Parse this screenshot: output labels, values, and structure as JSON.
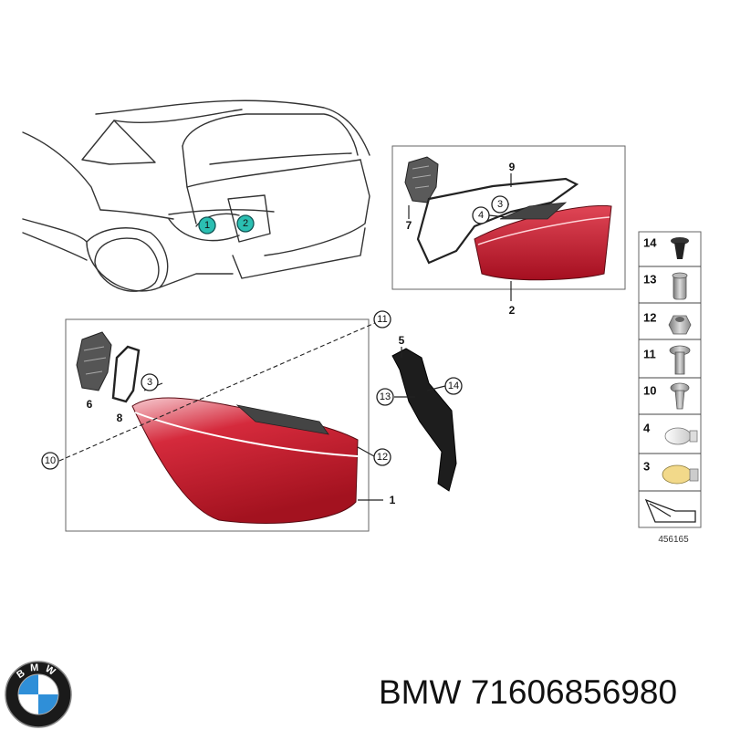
{
  "diagram_id": "456165",
  "caption": {
    "brand": "BMW",
    "part_number": "71606856980"
  },
  "logo_text": "BMW",
  "callouts": {
    "c1": "1",
    "c2": "2",
    "c3a": "3",
    "c4a": "4",
    "c3b": "3",
    "c11": "11",
    "c10": "10",
    "c12": "12",
    "c13": "13",
    "c14": "14"
  },
  "labels": {
    "n9": "9",
    "n7": "7",
    "n2": "2",
    "n6": "6",
    "n8": "8",
    "n5": "5",
    "n1": "1"
  },
  "legend": [
    "14",
    "13",
    "12",
    "11",
    "10",
    "4",
    "3"
  ],
  "colors": {
    "lamp_red": "#c8102e",
    "lamp_dark_red": "#8e0d1f",
    "highlight": "#2bbfb2",
    "bmw_blue": "#2f8fd8"
  }
}
